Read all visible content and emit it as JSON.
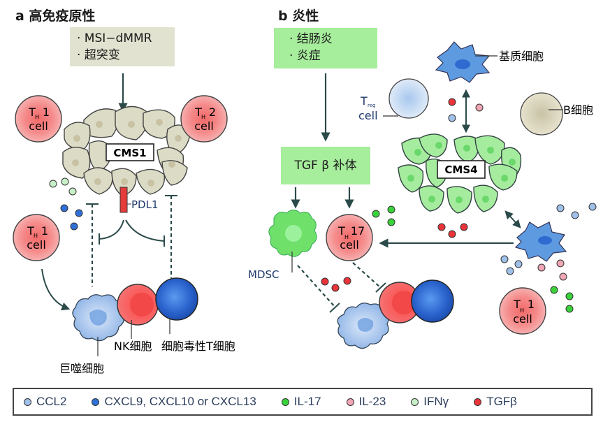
{
  "panel_a": {
    "title": "a 高免疫原性",
    "trigger_box": {
      "lines": [
        "· MSI−dMMR",
        "· 超突变"
      ]
    },
    "tumor_label": "CMS1",
    "checkpoint_label": "PDL1",
    "cells": {
      "th1_top": {
        "line1": "T",
        "sub": "H",
        "num": "1",
        "line2": "cell"
      },
      "th2": {
        "line1": "T",
        "sub": "H",
        "num": "2",
        "line2": "cell"
      },
      "th1_left": {
        "line1": "T",
        "sub": "H",
        "num": "1",
        "line2": "cell"
      }
    },
    "labels": {
      "macrophage": "巨噬细胞",
      "nk_cell": "NK细胞",
      "cytotoxic_t": "细胞毒性T细胞"
    }
  },
  "panel_b": {
    "title": "b 炎性",
    "trigger_box": {
      "lines": [
        "· 结肠炎",
        "· 炎症"
      ]
    },
    "mediator_box": "TGF β 补体",
    "tumor_label": "CMS4",
    "cells": {
      "treg": {
        "line1": "T",
        "sub": "reg",
        "line2": "cell"
      },
      "th17": {
        "line1": "T",
        "sub": "H",
        "num": "17",
        "line2": "cell"
      },
      "th1": {
        "line1": "T",
        "sub": "H",
        "num": "1",
        "line2": "cell"
      }
    },
    "labels": {
      "stromal": "基质细胞",
      "b_cell": "B细胞",
      "mdsc": "MDSC"
    }
  },
  "legend": [
    {
      "label": "CCL2",
      "color": "#9fc0e8"
    },
    {
      "label": "CXCL9, CXCL10 or CXCL13",
      "color": "#2f6fd6"
    },
    {
      "label": "IL-17",
      "color": "#3ad23a"
    },
    {
      "label": "IL-23",
      "color": "#f0a6b4"
    },
    {
      "label": "IFNγ",
      "color": "#c8f0c8"
    },
    {
      "label": "TGFβ",
      "color": "#e8343a"
    }
  ],
  "colors": {
    "arrow": "#2b4a4a",
    "th_cell": "#f28a8a",
    "cms1_cell": "#dcdcc6",
    "cms4_cell": "#a6ec9e",
    "blue_cell": "#2c64cc",
    "nk_cell": "#f04a4a"
  }
}
